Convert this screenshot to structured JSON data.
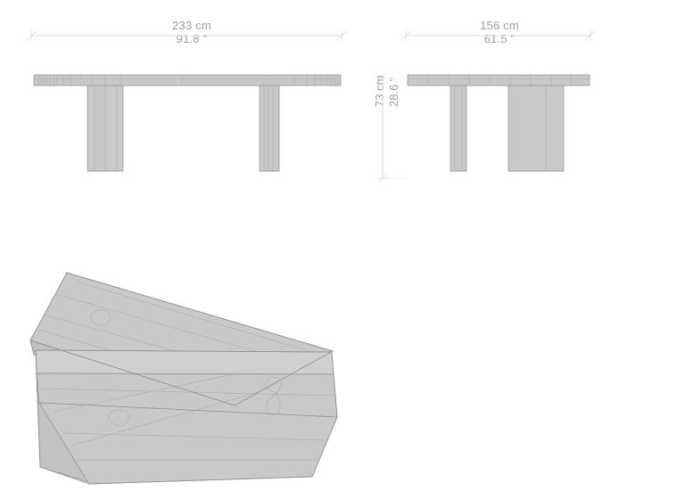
{
  "drawing": {
    "title": "Table dimensional drawing",
    "background_color": "#ffffff",
    "line_color": "#8f8f8f",
    "fill_color": "#c9c9c9",
    "fill_color_light": "#d2d2d2",
    "fill_color_dark": "#bdbdbd",
    "dim_line_color": "#dcdcdc",
    "text_color": "#9a9a9a"
  },
  "dimensions": {
    "width": {
      "label_cm": "233 cm",
      "label_in": "91.8 \"",
      "value_cm": 233,
      "value_in": 91.8,
      "applies_to": "front-elevation"
    },
    "depth": {
      "label_cm": "156 cm",
      "label_in": "61.5 \"",
      "value_cm": 156,
      "value_in": 61.5,
      "applies_to": "side-elevation"
    },
    "height": {
      "label_cm": "73 cm",
      "label_in": "28.6 \"",
      "value_cm": 73,
      "value_in": 28.6,
      "applies_to": "side-elevation"
    }
  },
  "views": {
    "front_elevation": {
      "name": "front-elevation",
      "description": "Front elevation of table: horizontal top slab on two rectangular legs"
    },
    "side_elevation": {
      "name": "side-elevation",
      "description": "Side elevation of table: horizontal top slab on one narrow leg and one wide leg"
    },
    "plan_view": {
      "name": "plan-perspective-view",
      "description": "Top perspective view of two crossed plank slabs with knot voids and butterfly joint"
    }
  },
  "details": {
    "knots": [
      {
        "name": "knot-void-upper",
        "shape": "oval"
      },
      {
        "name": "knot-void-lower",
        "shape": "oval"
      }
    ],
    "joints": [
      {
        "name": "butterfly-joint",
        "shape": "bowtie"
      }
    ]
  }
}
